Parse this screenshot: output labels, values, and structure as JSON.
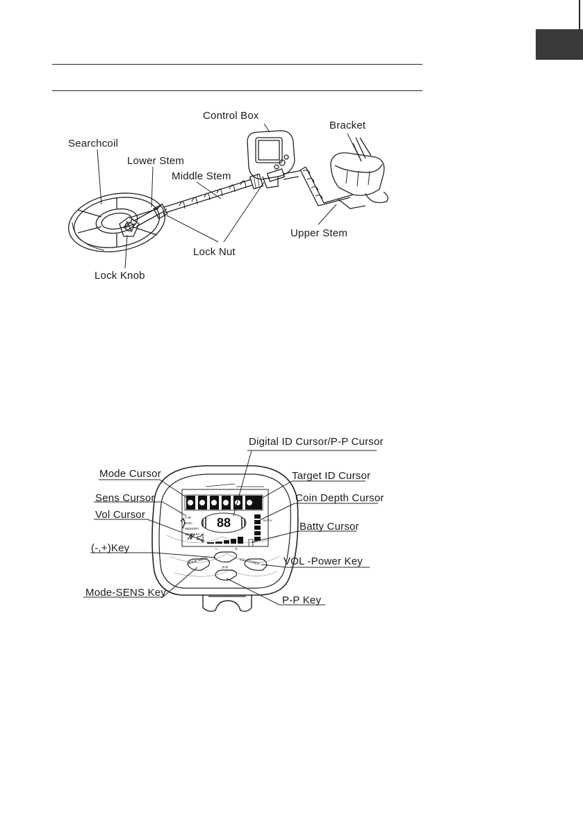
{
  "figure1": {
    "labels": {
      "control_box": "Control Box",
      "bracket": "Bracket",
      "searchcoil": "Searchcoil",
      "lower_stem": "Lower Stem",
      "middle_stem": "Middle Stem",
      "lock_nut": "Lock Nut",
      "lock_knob": "Lock Knob",
      "upper_stem": "Upper Stem"
    }
  },
  "figure2": {
    "labels": {
      "digital_id": "Digital ID Cursor/P-P Cursor",
      "mode_cursor": "Mode  Cursor",
      "target_id": "Target ID Cursor",
      "sens_cursor": "Sens Cursor",
      "coin_depth": "Coin Depth Cursor",
      "vol_cursor": "Vol Cursor",
      "batty_cursor": "Batty Cursor",
      "plus_minus_key": "(-,+)Key",
      "vol_power_key": "VOL -Power Key",
      "mode_sens_key": "Mode-SENS Key",
      "pp_key": "P-P Key"
    },
    "display": {
      "digits": "88",
      "mode_items": [
        "A-M",
        "DISC",
        "MEMORY",
        "JEWELRY"
      ],
      "depth_label": "DEPTH",
      "key_mode": "MODE  SENS",
      "key_vol": "VOL  POWER",
      "key_pp": "P-P",
      "key_minus": "−",
      "key_plus": "+"
    }
  }
}
